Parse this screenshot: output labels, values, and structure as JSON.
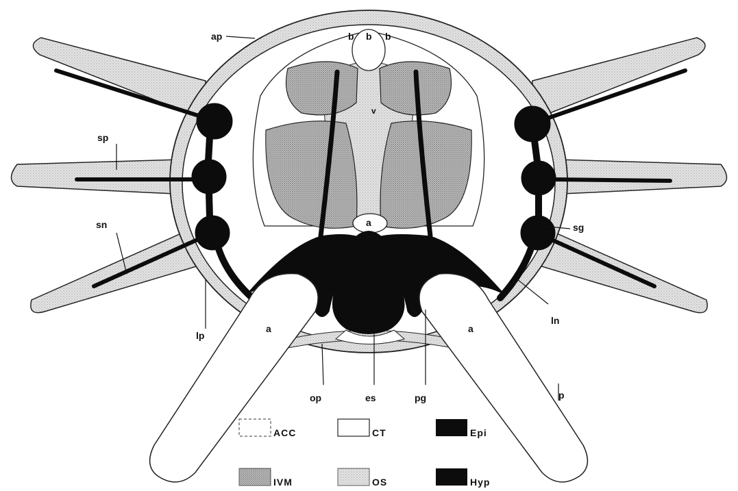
{
  "labels": {
    "ap": "ap",
    "b_left": "b",
    "b_center": "b",
    "b_right": "b",
    "v": "v",
    "a_mid": "a",
    "sp": "sp",
    "sn": "sn",
    "lp": "lp",
    "sg": "sg",
    "ln": "ln",
    "a_left": "a",
    "a_right": "a",
    "op": "op",
    "es": "es",
    "pg": "pg",
    "p": "p"
  },
  "legend": [
    {
      "label": "ACC",
      "fill": "white-dashed"
    },
    {
      "label": "CT",
      "fill": "white"
    },
    {
      "label": "Epi",
      "fill": "black"
    },
    {
      "label": "IVM",
      "fill": "dense-stipple"
    },
    {
      "label": "OS",
      "fill": "light-stipple"
    },
    {
      "label": "Hyp",
      "fill": "black"
    }
  ],
  "colors": {
    "ink": "#111111",
    "os_fill": "#dcdcdc",
    "ivm_fill": "#b9b9b9",
    "background": "#ffffff"
  }
}
